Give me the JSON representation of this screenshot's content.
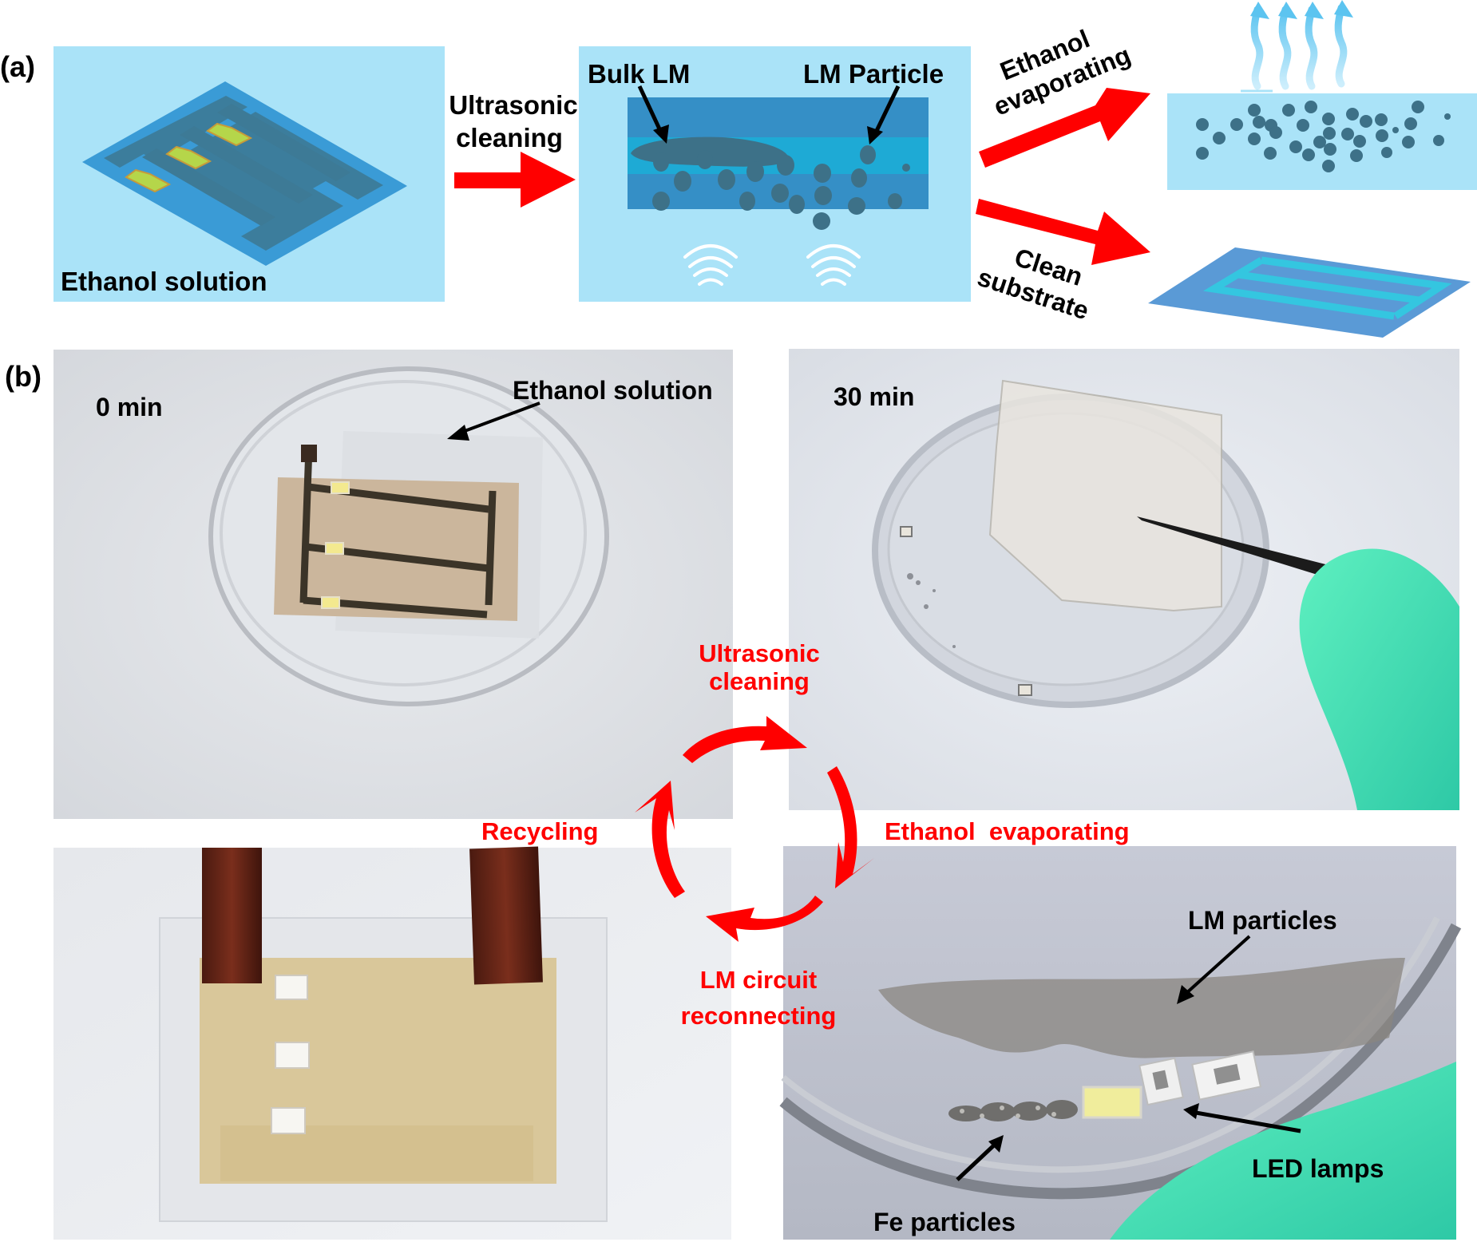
{
  "figure": {
    "panel_a": {
      "label": "(a)",
      "step1": {
        "caption": "Ethanol solution"
      },
      "arrow1": {
        "line1": "Ultrasonic",
        "line2": "cleaning"
      },
      "step2": {
        "bulk_label": "Bulk LM",
        "particle_label": "LM Particle"
      },
      "arrow_up": {
        "line1": "Ethanol",
        "line2": "evaporating"
      },
      "arrow_down": {
        "line1": "Clean",
        "line2": "substrate"
      }
    },
    "panel_b": {
      "label": "(b)",
      "photo_top_left": {
        "time": "0 min",
        "annotation": "Ethanol solution"
      },
      "photo_top_right": {
        "time": "30 min"
      },
      "photo_bottom_right": {
        "annotations": [
          "LM particles",
          "LED lamps",
          "Fe particles"
        ]
      },
      "cycle": {
        "steps": [
          {
            "line1": "Ultrasonic",
            "line2": "cleaning"
          },
          {
            "line1": "Ethanol  evaporating"
          },
          {
            "line1": "LM circuit",
            "line2": "reconnecting"
          },
          {
            "line1": "Recycling"
          }
        ]
      }
    },
    "colors": {
      "arrow_red": "#ff0000",
      "cycle_text_red": "#ff0000",
      "solution_blue": "#aae3f8",
      "substrate_blue": "#3a96d0",
      "lm_dark": "#3d7188",
      "led_yellow": "#b5d64a",
      "glove_green": "#3fdcb8"
    }
  }
}
